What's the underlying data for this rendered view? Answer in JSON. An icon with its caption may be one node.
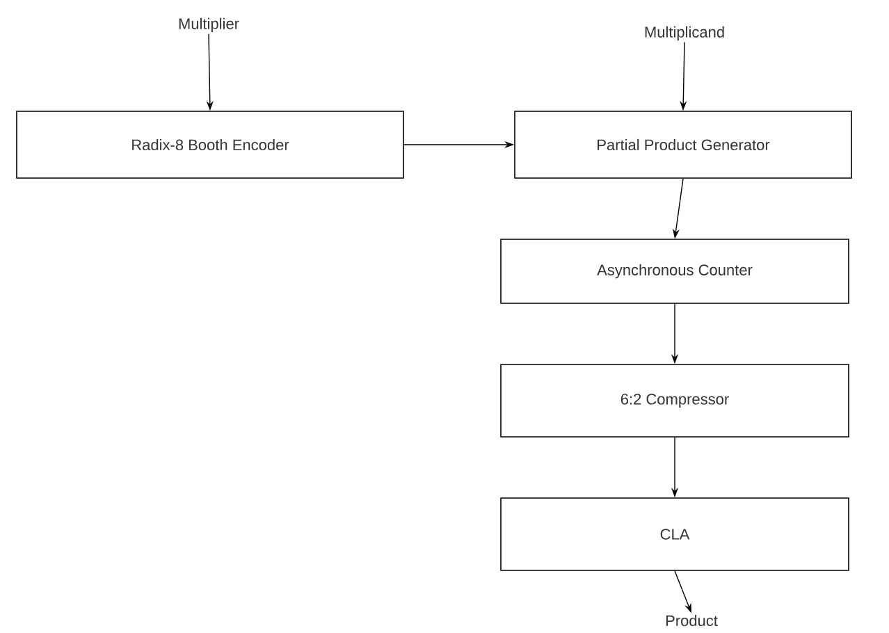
{
  "diagram": {
    "nodes": [
      {
        "text": [
          "Multiplier"
        ]
      },
      {
        "text": [
          "Radix-8 Booth Encoder"
        ]
      },
      {
        "text": [
          "Multiplicand"
        ]
      },
      {
        "text": [
          "Partial Product Generator"
        ]
      },
      {
        "text": [
          "Asynchronous Counter"
        ]
      },
      {
        "text": [
          "6:2 Compressor"
        ]
      },
      {
        "text": [
          "CLA"
        ]
      },
      {
        "text": [
          "Product"
        ]
      }
    ],
    "edges": [
      {
        "from": 0,
        "to": 1,
        "arrow": "to"
      },
      {
        "from": 2,
        "to": 3,
        "arrow": "to"
      },
      {
        "from": 1,
        "to": 3,
        "arrow": "to"
      },
      {
        "from": 3,
        "to": 4,
        "arrow": "to"
      },
      {
        "from": 4,
        "to": 5,
        "arrow": "to"
      },
      {
        "from": 5,
        "to": 6,
        "arrow": "to"
      },
      {
        "from": 6,
        "to": 7,
        "arrow": "to"
      }
    ]
  }
}
